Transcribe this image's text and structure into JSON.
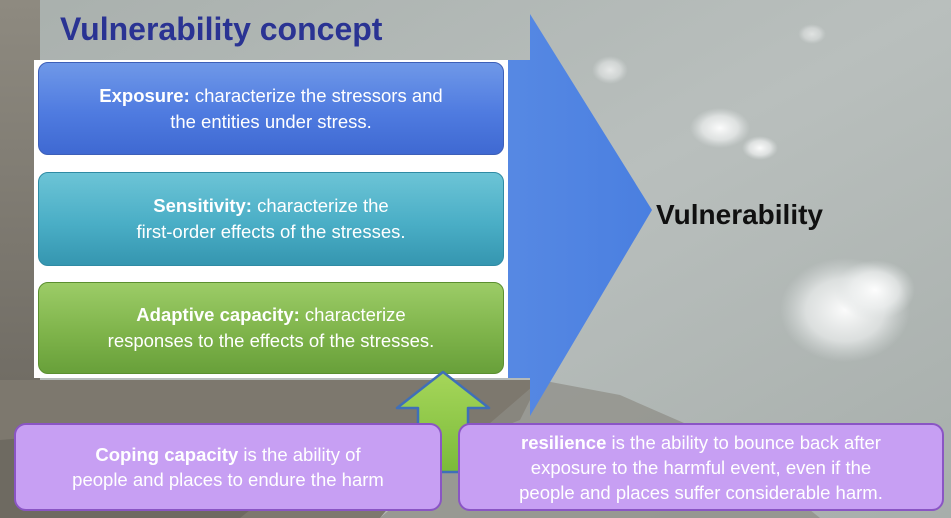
{
  "title": "Vulnerability concept",
  "boxes": {
    "exposure": {
      "term": "Exposure:",
      "line1": "characterize the stressors and",
      "line2": "the entities under stress."
    },
    "sensitivity": {
      "term": "Sensitivity:",
      "line1": "characterize the",
      "line2": "first-order effects of the stresses."
    },
    "adaptive": {
      "term": "Adaptive capacity:",
      "line1": "characterize",
      "line2": "responses to the effects of the stresses."
    }
  },
  "result_label": "Vulnerability",
  "coping": {
    "term": "Coping capacity",
    "line1": "is the ability of",
    "line2": "people and places to endure the harm"
  },
  "resilience": {
    "term": "resilience",
    "line1": "is the ability to bounce back after",
    "line2": "exposure to the harmful event, even if the",
    "line3": "people and places suffer considerable harm."
  },
  "colors": {
    "title": "#2a3393",
    "exposure": "#4f7be0",
    "sensitivity": "#4aaec6",
    "adaptive": "#7fb44b",
    "big_arrow": "#5b8fe6",
    "up_arrow": "#8cc63f",
    "purple_box": "#c79ff3"
  }
}
